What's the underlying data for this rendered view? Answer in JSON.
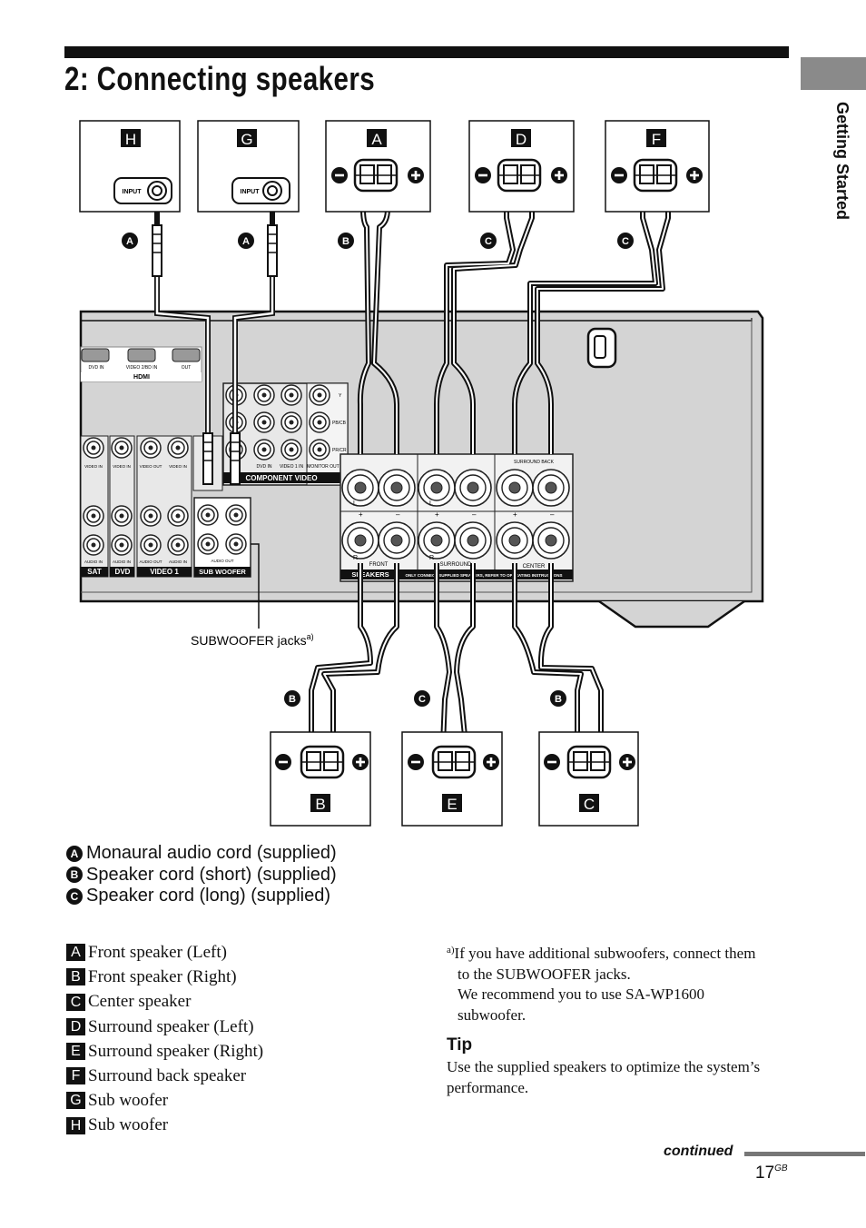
{
  "page": {
    "title": "2: Connecting speakers",
    "section_tab": "Getting Started",
    "continued": "continued",
    "page_number": "17",
    "page_suffix": "GB"
  },
  "diagram": {
    "top_boxes": [
      {
        "letter": "H",
        "kind": "sub",
        "input_label": "INPUT"
      },
      {
        "letter": "G",
        "kind": "sub",
        "input_label": "INPUT"
      },
      {
        "letter": "A",
        "kind": "speaker"
      },
      {
        "letter": "D",
        "kind": "speaker"
      },
      {
        "letter": "F",
        "kind": "speaker"
      }
    ],
    "bottom_boxes": [
      {
        "letter": "B"
      },
      {
        "letter": "E"
      },
      {
        "letter": "C"
      }
    ],
    "cord_markers_top": [
      "A",
      "A",
      "B",
      "C",
      "C"
    ],
    "cord_markers_bottom": [
      "B",
      "C",
      "B"
    ],
    "subwoofer_label": "SUBWOOFER jacks",
    "subwoofer_note_mark": "a)",
    "receiver": {
      "hdmi": {
        "jacks": [
          "DVD IN",
          "VIDEO 2/BD IN",
          "OUT"
        ],
        "label": "HDMI"
      },
      "component_video": {
        "label": "COMPONENT VIDEO",
        "jack_labels": [
          "DVD IN",
          "VIDEO 1 IN",
          "MONITOR OUT"
        ],
        "side_labels": [
          "Y",
          "PB/CB",
          "PR/CR"
        ]
      },
      "groups": [
        "SAT",
        "DVD",
        "VIDEO 1",
        "SUB WOOFER"
      ],
      "left_jack_labels": [
        "VIDEO IN",
        "VIDEO IN",
        "VIDEO OUT",
        "VIDEO IN",
        "AUDIO IN",
        "AUDIO IN",
        "AUDIO OUT",
        "AUDIO IN",
        "AUDIO OUT"
      ],
      "speaker_panel": {
        "label": "SPEAKERS",
        "warning": "ONLY CONNECT SUPPLIED SPEAKERS, REFER TO OPERATING INSTRUCTIONS",
        "sections": [
          "FRONT",
          "SURROUND",
          "CENTER"
        ],
        "top_label": "SURROUND BACK",
        "lr": [
          "L",
          "L",
          "R",
          "R"
        ],
        "polarity": [
          "+",
          "–",
          "+",
          "–",
          "+",
          "–"
        ]
      }
    }
  },
  "cords": [
    {
      "mark": "A",
      "text": "Monaural audio cord (supplied)"
    },
    {
      "mark": "B",
      "text": "Speaker cord (short) (supplied)"
    },
    {
      "mark": "C",
      "text": "Speaker cord (long) (supplied)"
    }
  ],
  "speakers": [
    {
      "mark": "A",
      "text": "Front speaker (Left)"
    },
    {
      "mark": "B",
      "text": "Front speaker (Right)"
    },
    {
      "mark": "C",
      "text": "Center speaker"
    },
    {
      "mark": "D",
      "text": "Surround speaker (Left)"
    },
    {
      "mark": "E",
      "text": "Surround speaker (Right)"
    },
    {
      "mark": "F",
      "text": "Surround back speaker"
    },
    {
      "mark": "G",
      "text": "Sub woofer"
    },
    {
      "mark": "H",
      "text": "Sub woofer"
    }
  ],
  "footnote": {
    "mark": "a)",
    "line1": "If you have additional subwoofers, connect them",
    "line2": "to the SUBWOOFER jacks.",
    "line3": "We recommend you to use SA-WP1600",
    "line4": "subwoofer."
  },
  "tip": {
    "heading": "Tip",
    "text": "Use the supplied speakers to optimize the system’s performance."
  }
}
